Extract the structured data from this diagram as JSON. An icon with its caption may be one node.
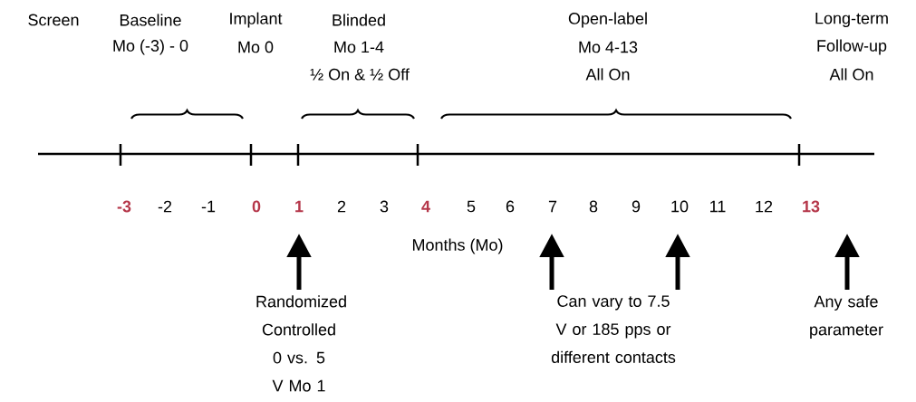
{
  "diagram": {
    "nodes": [
      {
        "text": [
          "Randomized Controlled 0 vs. 5 V Mo 1"
        ]
      },
      {
        "text": [
          "Can vary to 7.5 V or 185 pps or different contacts"
        ]
      },
      {
        "text": [
          "Any safe parameter"
        ]
      }
    ],
    "edges": [
      {
        "from": 0,
        "to": null,
        "arrow": "to"
      },
      {
        "from": 1,
        "to": null,
        "arrow": "to"
      },
      {
        "from": 1,
        "to": null,
        "arrow": "to"
      },
      {
        "from": 2,
        "to": null,
        "arrow": "to"
      }
    ],
    "labels": [
      "Screen",
      "Baseline",
      "Implant",
      "Blinded",
      "Open-label",
      "Long-term",
      "Mo (-3) - 0",
      "Mo 0",
      "Mo 1-4",
      "Mo 4-13",
      "Follow-up",
      "½ On & ½ Off",
      "All On",
      "All On",
      "-3",
      "-2",
      "-1",
      "0",
      "1",
      "2",
      "3",
      "4",
      "5",
      "6",
      "7",
      "8",
      "9",
      "10",
      "11",
      "12",
      "13",
      "Months (Mo)"
    ]
  }
}
